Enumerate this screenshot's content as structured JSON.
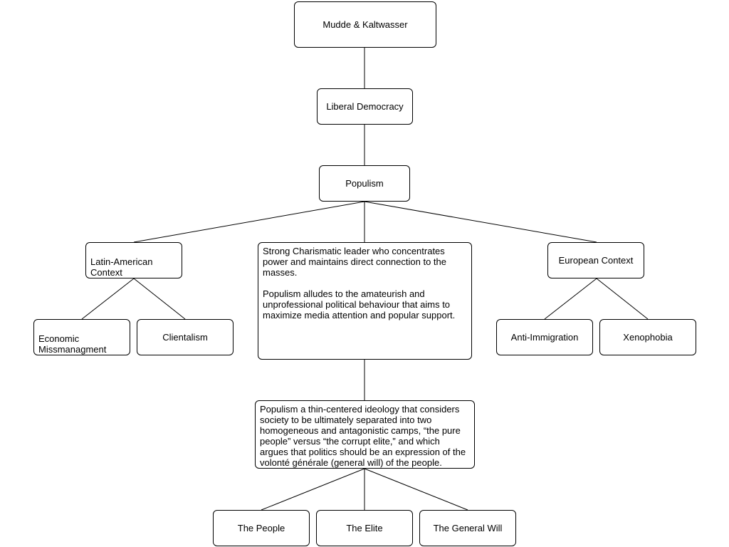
{
  "diagram": {
    "nodes": {
      "root": "Mudde & Kaltwasser",
      "liberal": "Liberal Democracy",
      "populism": "Populism",
      "latin": "Latin-American\nContext",
      "charismatic_p1": "Strong Charismatic leader who concentrates power and maintains direct connection to the masses.",
      "charismatic_p2": "Populism alludes to the amateurish and unprofessional political behaviour that aims to maximize media attention and popular support.",
      "european": "European Context",
      "economic": "Economic\nMissmanagment",
      "clientalism": "Clientalism",
      "anti_immigration": "Anti-Immigration",
      "xenophobia": "Xenophobia",
      "definition": "Populism a thin-centered ideology that considers society to be ultimately separated into two homogeneous and antagonistic camps, “the pure people” versus “the corrupt elite,” and which argues that politics should be an expression of the volonté générale (general will) of the people.",
      "people": "The People",
      "elite": "The Elite",
      "general_will": "The General Will"
    }
  }
}
